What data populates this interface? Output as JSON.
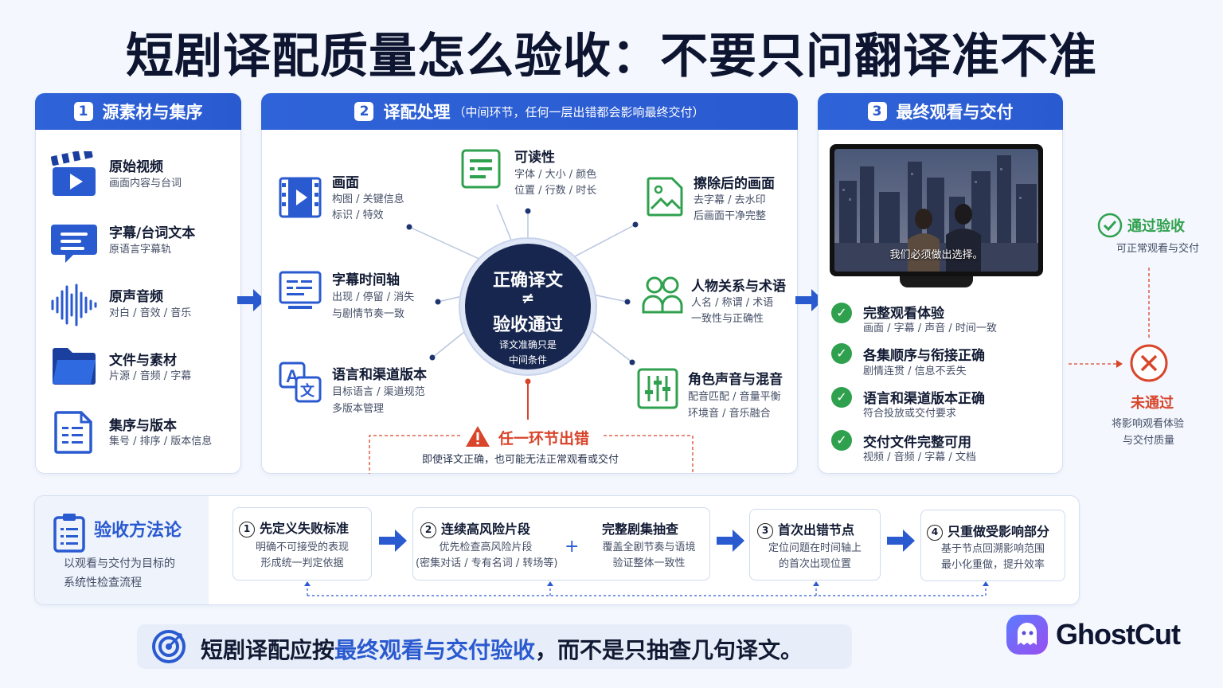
{
  "title": "短剧译配质量怎么验收：不要只问翻译准不准",
  "panel1": {
    "number": "1",
    "heading": "源素材与集序",
    "items": [
      {
        "title": "原始视频",
        "desc": "画面内容与台词",
        "icon": "clapperboard-icon"
      },
      {
        "title": "字幕/台词文本",
        "desc": "原语言字幕轨",
        "icon": "subtitle-icon"
      },
      {
        "title": "原声音频",
        "desc": "对白 / 音效 / 音乐",
        "icon": "waveform-icon"
      },
      {
        "title": "文件与素材",
        "desc": "片源 / 音频 / 字幕",
        "icon": "folder-icon"
      },
      {
        "title": "集序与版本",
        "desc": "集号 / 排序 / 版本信息",
        "icon": "document-icon"
      }
    ]
  },
  "panel2": {
    "number": "2",
    "heading": "译配处理",
    "subheading": "（中间环节，任何一层出错都会影响最终交付）",
    "items": {
      "picture": {
        "title": "画面",
        "desc1": "构图 / 关键信息",
        "desc2": "标识 / 特效"
      },
      "readability": {
        "title": "可读性",
        "desc1": "字体 / 大小 / 颜色",
        "desc2": "位置 / 行数 / 时长"
      },
      "cleaned": {
        "title": "擦除后的画面",
        "desc1": "去字幕 / 去水印",
        "desc2": "后画面干净完整"
      },
      "timeline": {
        "title": "字幕时间轴",
        "desc1": "出现 / 停留 / 消失",
        "desc2": "与剧情节奏一致"
      },
      "characters": {
        "title": "人物关系与术语",
        "desc1": "人名 / 称谓 / 术语",
        "desc2": "一致性与正确性"
      },
      "language": {
        "title": "语言和渠道版本",
        "desc1": "目标语言 / 渠道规范",
        "desc2": "多版本管理"
      },
      "voice": {
        "title": "角色声音与混音",
        "desc1": "配音匹配 / 音量平衡",
        "desc2": "环境音 / 音乐融合"
      }
    },
    "hub": {
      "line1": "正确译文",
      "neq": "≠",
      "line2": "验收通过",
      "note1": "译文准确只是",
      "note2": "中间条件"
    },
    "warning": {
      "title": "任一环节出错",
      "desc": "即使译文正确，也可能无法正常观看或交付"
    }
  },
  "panel3": {
    "number": "3",
    "heading": "最终观看与交付",
    "screen_caption": "我们必须做出选择。",
    "checks": [
      {
        "title": "完整观看体验",
        "desc": "画面 / 字幕 / 声音 / 时间一致"
      },
      {
        "title": "各集顺序与衔接正确",
        "desc": "剧情连贯 / 信息不丢失"
      },
      {
        "title": "语言和渠道版本正确",
        "desc": "符合投放或交付要求"
      },
      {
        "title": "交付文件完整可用",
        "desc": "视频 / 音频 / 字幕 / 文档"
      }
    ]
  },
  "outcome": {
    "pass_title": "通过验收",
    "pass_desc": "可正常观看与交付",
    "fail_title": "未通过",
    "fail_desc1": "将影响观看体验",
    "fail_desc2": "与交付质量"
  },
  "method": {
    "title": "验收方法论",
    "desc1": "以观看与交付为目标的",
    "desc2": "系统性检查流程",
    "steps": [
      {
        "num": "1",
        "title": "先定义失败标准",
        "desc1": "明确不可接受的表现",
        "desc2": "形成统一判定依据"
      },
      {
        "num": "2",
        "title": "连续高风险片段",
        "desc1": "优先检查高风险片段",
        "desc2": "(密集对话 / 专有名词 / 转场等)"
      },
      {
        "num": "",
        "title": "完整剧集抽查",
        "desc1": "覆盖全剧节奏与语境",
        "desc2": "验证整体一致性"
      },
      {
        "num": "3",
        "title": "首次出错节点",
        "desc1": "定位问题在时间轴上",
        "desc2": "的首次出现位置"
      },
      {
        "num": "4",
        "title": "只重做受影响部分",
        "desc1": "基于节点回溯影响范围",
        "desc2": "最小化重做，提升效率"
      }
    ],
    "plus": "+"
  },
  "footer": {
    "text_before": "短剧译配应按",
    "text_highlight": "最终观看与交付验收",
    "text_after": "，而不是只抽查几句译文。"
  },
  "brand": {
    "name": "GhostCut"
  },
  "colors": {
    "primary": "#2a5ad0",
    "navy": "#16264f",
    "success": "#2fa14e",
    "danger": "#d8452b"
  }
}
